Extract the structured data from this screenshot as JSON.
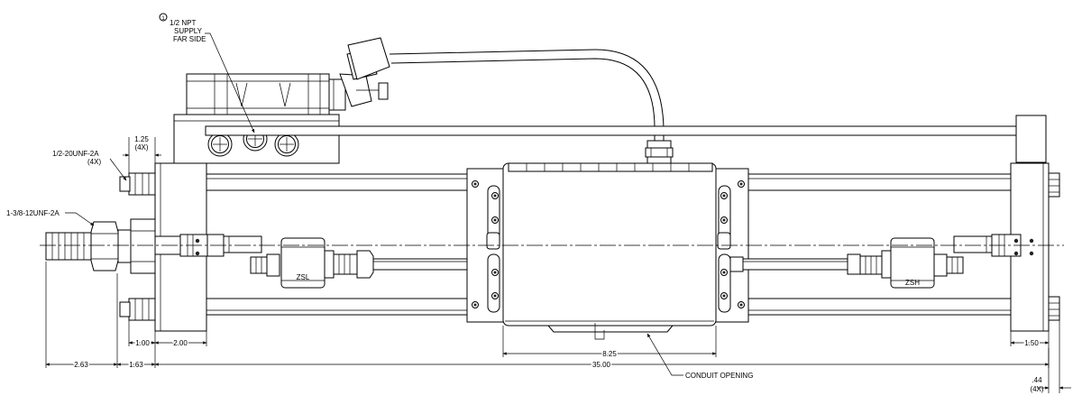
{
  "callouts": {
    "note_number": "1",
    "supply_line1": "1/2 NPT",
    "supply_line2": "SUPPLY",
    "supply_line3": "FAR SIDE",
    "thread_small_line1": "1/2-20UNF-2A",
    "thread_small_line2": "(4X)",
    "thread_large": "1-3/8-12UNF-2A",
    "conduit": "CONDUIT OPENING"
  },
  "switches": {
    "left": "ZSL",
    "right": "ZSH"
  },
  "dimensions": {
    "d_125": "1.25",
    "d_125_qty": "(4X)",
    "d_100": "1.00",
    "d_200": "2.00",
    "d_263": "2.63",
    "d_163": "1.63",
    "d_825": "8.25",
    "d_3500": "35.00",
    "d_150": "1.50",
    "d_044": ".44",
    "d_044_qty": "(4X)"
  }
}
